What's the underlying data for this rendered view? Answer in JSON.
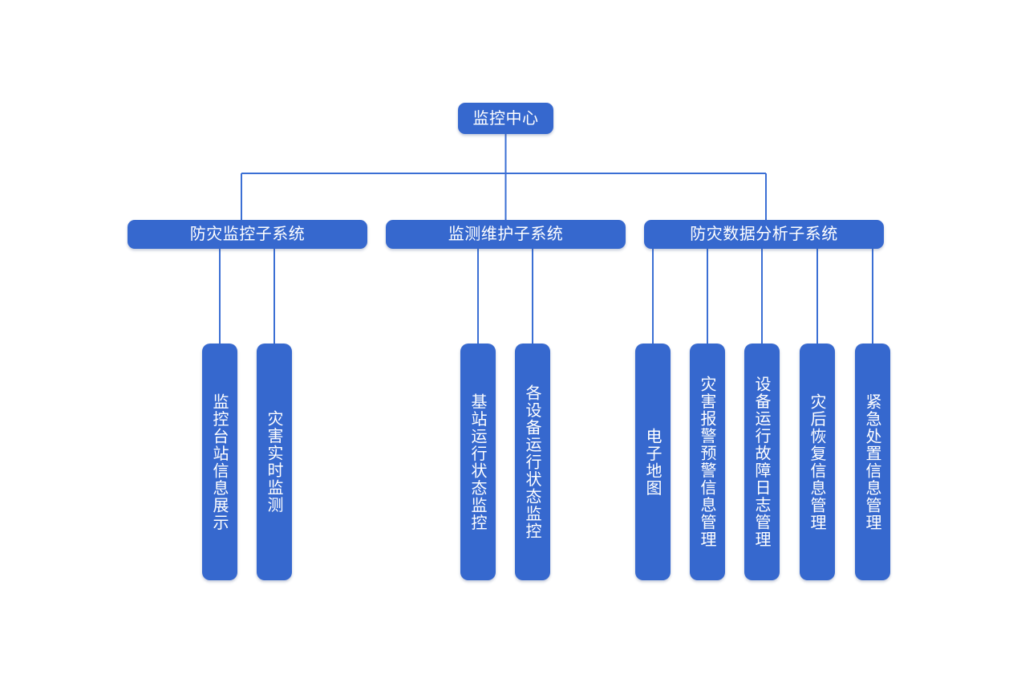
{
  "diagram": {
    "type": "organization-tree",
    "title_text": "监控中心",
    "orientation": "top-down",
    "accent_color": "#3668CE",
    "edge_color": "#3B6FD4",
    "background_color": "#FFFFFF",
    "text_color": "#FFFFFF"
  },
  "root": {
    "label": "监控中心"
  },
  "subsystems": [
    {
      "label": "防灾监控子系统",
      "children": [
        {
          "label": "监控台站信息展示"
        },
        {
          "label": "灾害实时监测"
        }
      ]
    },
    {
      "label": "监测维护子系统",
      "children": [
        {
          "label": "基站运行状态监控"
        },
        {
          "label": "各设备运行状态监控"
        }
      ]
    },
    {
      "label": "防灾数据分析子系统",
      "children": [
        {
          "label": "电子地图"
        },
        {
          "label": "灾害报警预警信息管理"
        },
        {
          "label": "设备运行故障日志管理"
        },
        {
          "label": "灾后恢复信息管理"
        },
        {
          "label": "紧急处置信息管理"
        }
      ]
    }
  ]
}
